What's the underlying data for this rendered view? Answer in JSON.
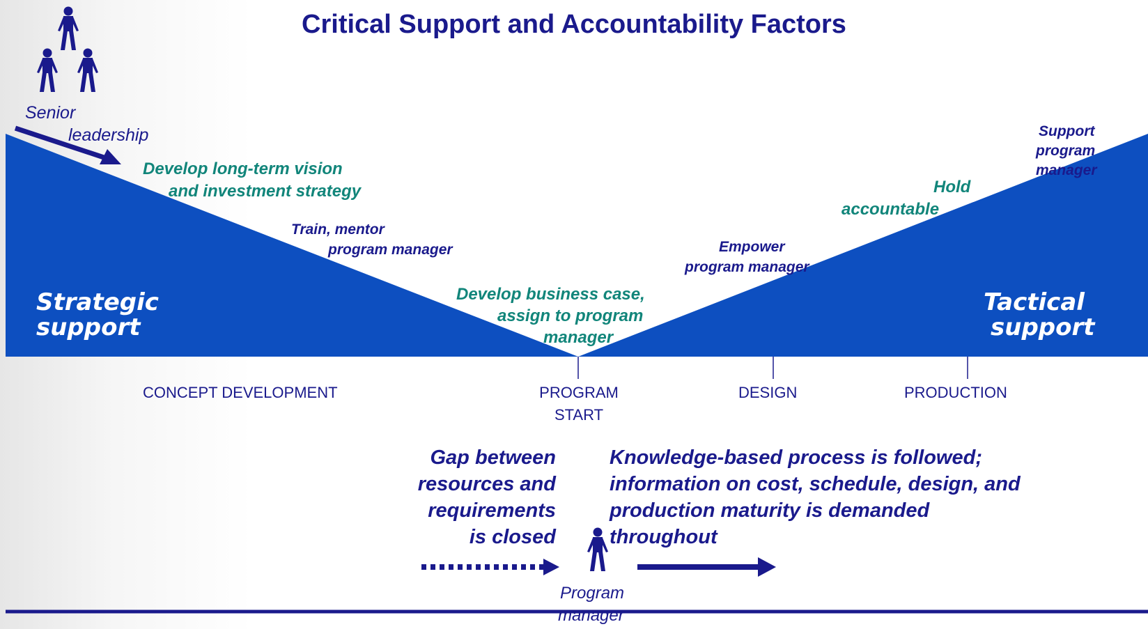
{
  "title": "Critical Support and Accountability Factors",
  "senior_leadership": {
    "line1": "Senior",
    "line2": "leadership"
  },
  "strategic": {
    "line1": "Strategic",
    "line2": "support"
  },
  "tactical": {
    "line1": "Tactical",
    "line2": "support"
  },
  "left_labels": {
    "vision_line1": "Develop long-term vision",
    "vision_line2": "and investment strategy",
    "train_line1": "Train, mentor",
    "train_line2": "program manager",
    "business_line1": "Develop business case,",
    "business_line2": "assign to program",
    "business_line3": "manager"
  },
  "right_labels": {
    "empower_line1": "Empower",
    "empower_line2": "program manager",
    "hold_line1": "Hold",
    "hold_line2": "accountable",
    "support_line1": "Support",
    "support_line2": "program",
    "support_line3": "manager"
  },
  "phases": {
    "concept": "CONCEPT DEVELOPMENT",
    "program_start_line1": "PROGRAM",
    "program_start_line2": "START",
    "design": "DESIGN",
    "production": "PRODUCTION"
  },
  "gap": {
    "line1": "Gap between",
    "line2": "resources and",
    "line3": "requirements",
    "line4": "is closed"
  },
  "knowledge": {
    "line1": "Knowledge-based process is followed;",
    "line2": "information on cost, schedule, design, and",
    "line3": "production maturity is demanded",
    "line4": "throughout"
  },
  "program_manager": {
    "line1": "Program",
    "line2": "manager"
  },
  "colors": {
    "navy": "#1a1a8c",
    "wedge": "#0d4fc0",
    "teal": "#11857a"
  }
}
